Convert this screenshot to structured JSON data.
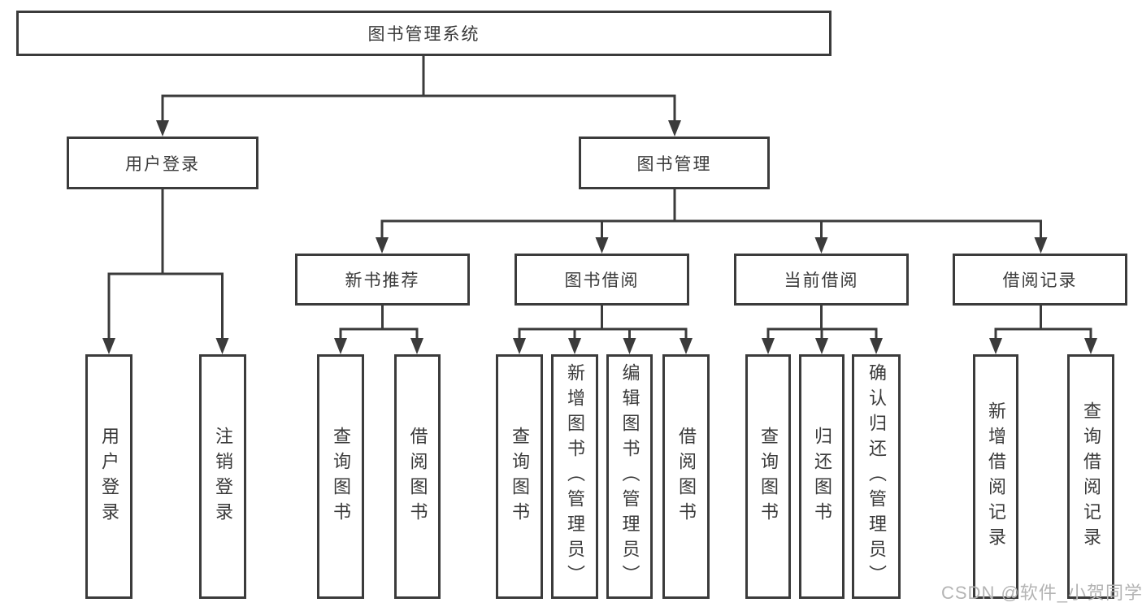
{
  "diagram": {
    "root": {
      "label": "图书管理系统"
    },
    "branches": [
      {
        "label": "用户登录",
        "children": [
          {
            "label": "用户登录"
          },
          {
            "label": "注销登录"
          }
        ]
      },
      {
        "label": "图书管理",
        "children": [
          {
            "label": "新书推荐",
            "children": [
              {
                "label": "查询图书"
              },
              {
                "label": "借阅图书"
              }
            ]
          },
          {
            "label": "图书借阅",
            "children": [
              {
                "label": "查询图书"
              },
              {
                "label": "新增图书（管理员）"
              },
              {
                "label": "编辑图书（管理员）"
              },
              {
                "label": "借阅图书"
              }
            ]
          },
          {
            "label": "当前借阅",
            "children": [
              {
                "label": "查询图书"
              },
              {
                "label": "归还图书"
              },
              {
                "label": "确认归还（管理员）"
              }
            ]
          },
          {
            "label": "借阅记录",
            "children": [
              {
                "label": "新增借阅记录"
              },
              {
                "label": "查询借阅记录"
              }
            ]
          }
        ]
      }
    ]
  },
  "watermark": {
    "text": "CSDN @软件_小贺同学"
  },
  "colors": {
    "line": "#3b3b3b",
    "box_border": "#3b3b3b",
    "text": "#3a3a3a",
    "watermark": "#b4b4b4",
    "background": "#ffffff"
  }
}
